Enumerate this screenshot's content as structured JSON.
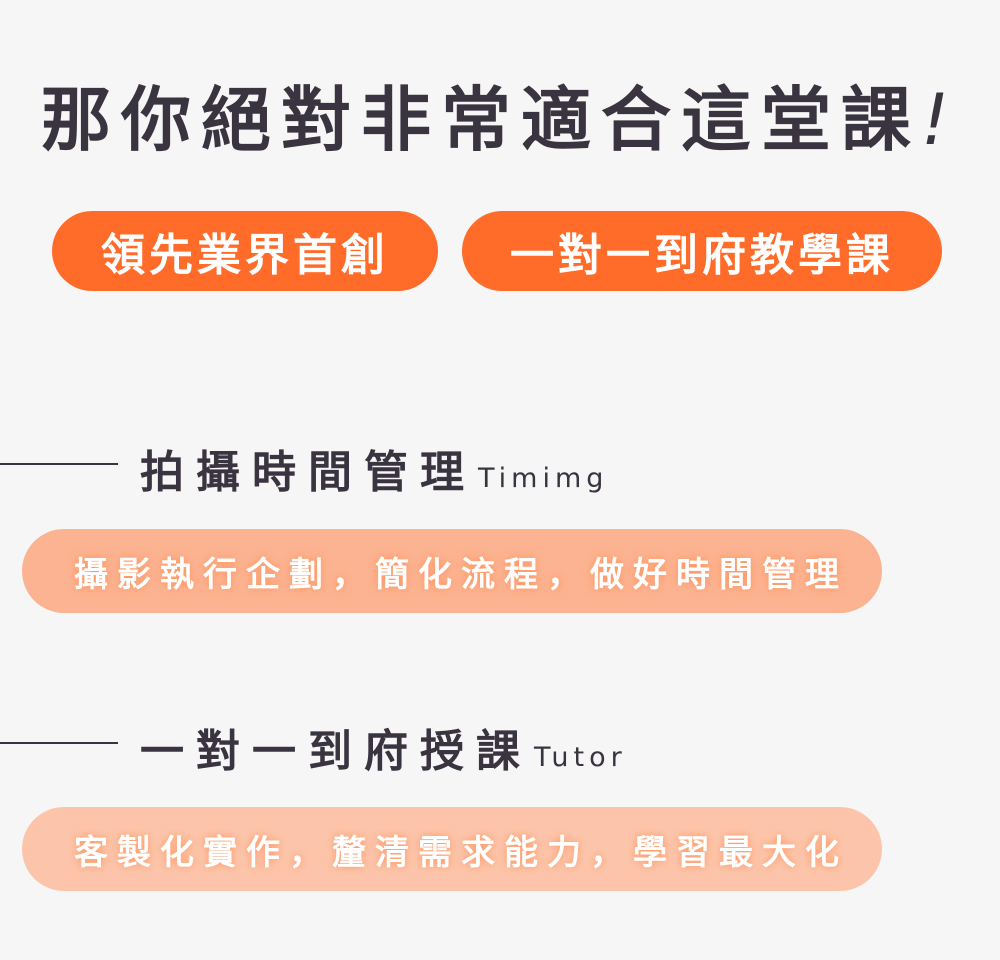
{
  "headline": {
    "text": "那你絕對非常適合這堂課",
    "exclaim": "!"
  },
  "pills": [
    {
      "label": "領先業界首創"
    },
    {
      "label": "一對一到府教學課"
    }
  ],
  "sections": [
    {
      "title": "拍攝時間管理",
      "title_en": "Timimg",
      "description": "攝影執行企劃，簡化流程，做好時間管理"
    },
    {
      "title": "一對一到府授課",
      "title_en": "Tutor",
      "description": "客製化實作，釐清需求能力，學習最大化"
    }
  ],
  "colors": {
    "accent": "#ff6c2a",
    "banner_1": "#fcb391",
    "banner_2": "#fcc5ab",
    "text": "#3a3440",
    "background": "#f6f6f6"
  }
}
